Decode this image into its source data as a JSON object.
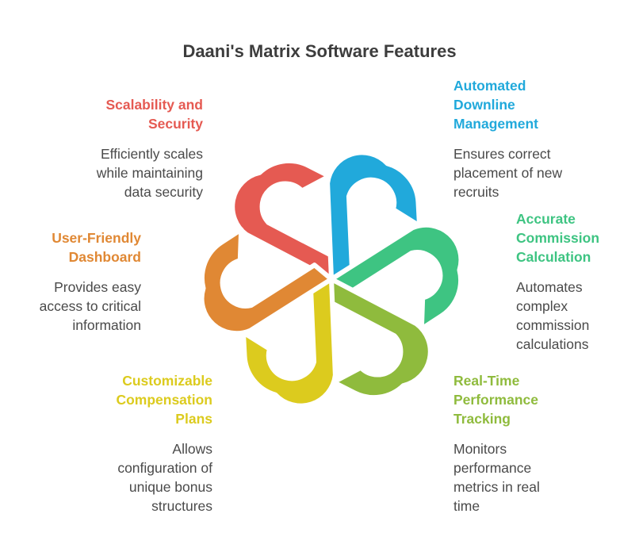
{
  "title": "Daani's Matrix Software Features",
  "features": [
    {
      "id": "scalability",
      "title": "Scalability and\nSecurity",
      "description": "Efficiently scales\nwhile maintaining\ndata security",
      "color": "#e55a52"
    },
    {
      "id": "downline",
      "title": "Automated\nDownline\nManagement",
      "description": "Ensures correct\nplacement of new\nrecruits",
      "color": "#21a9db"
    },
    {
      "id": "commission",
      "title": "Accurate\nCommission\nCalculation",
      "description": "Automates\ncomplex\ncommission\ncalculations",
      "color": "#3ec482"
    },
    {
      "id": "tracking",
      "title": "Real-Time\nPerformance\nTracking",
      "description": "Monitors\nperformance\nmetrics in real\ntime",
      "color": "#8fbb3d"
    },
    {
      "id": "compensation",
      "title": "Customizable\nCompensation\nPlans",
      "description": "Allows\nconfiguration of\nunique bonus\nstructures",
      "color": "#dccb1e"
    },
    {
      "id": "dashboard",
      "title": "User-Friendly\nDashboard",
      "description": "Provides easy\naccess to critical\ninformation",
      "color": "#e08834"
    }
  ]
}
